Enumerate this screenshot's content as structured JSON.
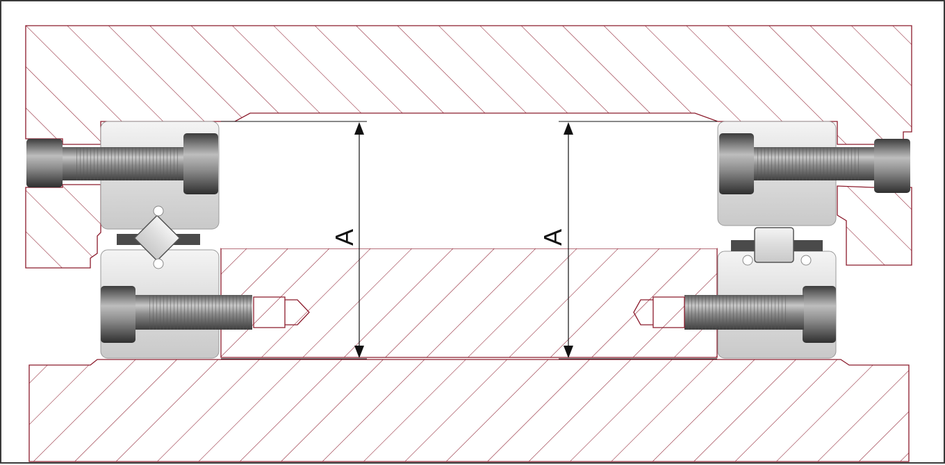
{
  "diagram": {
    "type": "technical cross-section",
    "dimension_labels": {
      "left": "A",
      "right": "A"
    },
    "colors": {
      "outline": "#8b1a2b",
      "hatch": "#8b1a2b",
      "frame": "#3a3a3a",
      "metal_light": "#e6e6e6",
      "metal_dark": "#6e6e6e",
      "dimension_line": "#111111"
    }
  }
}
